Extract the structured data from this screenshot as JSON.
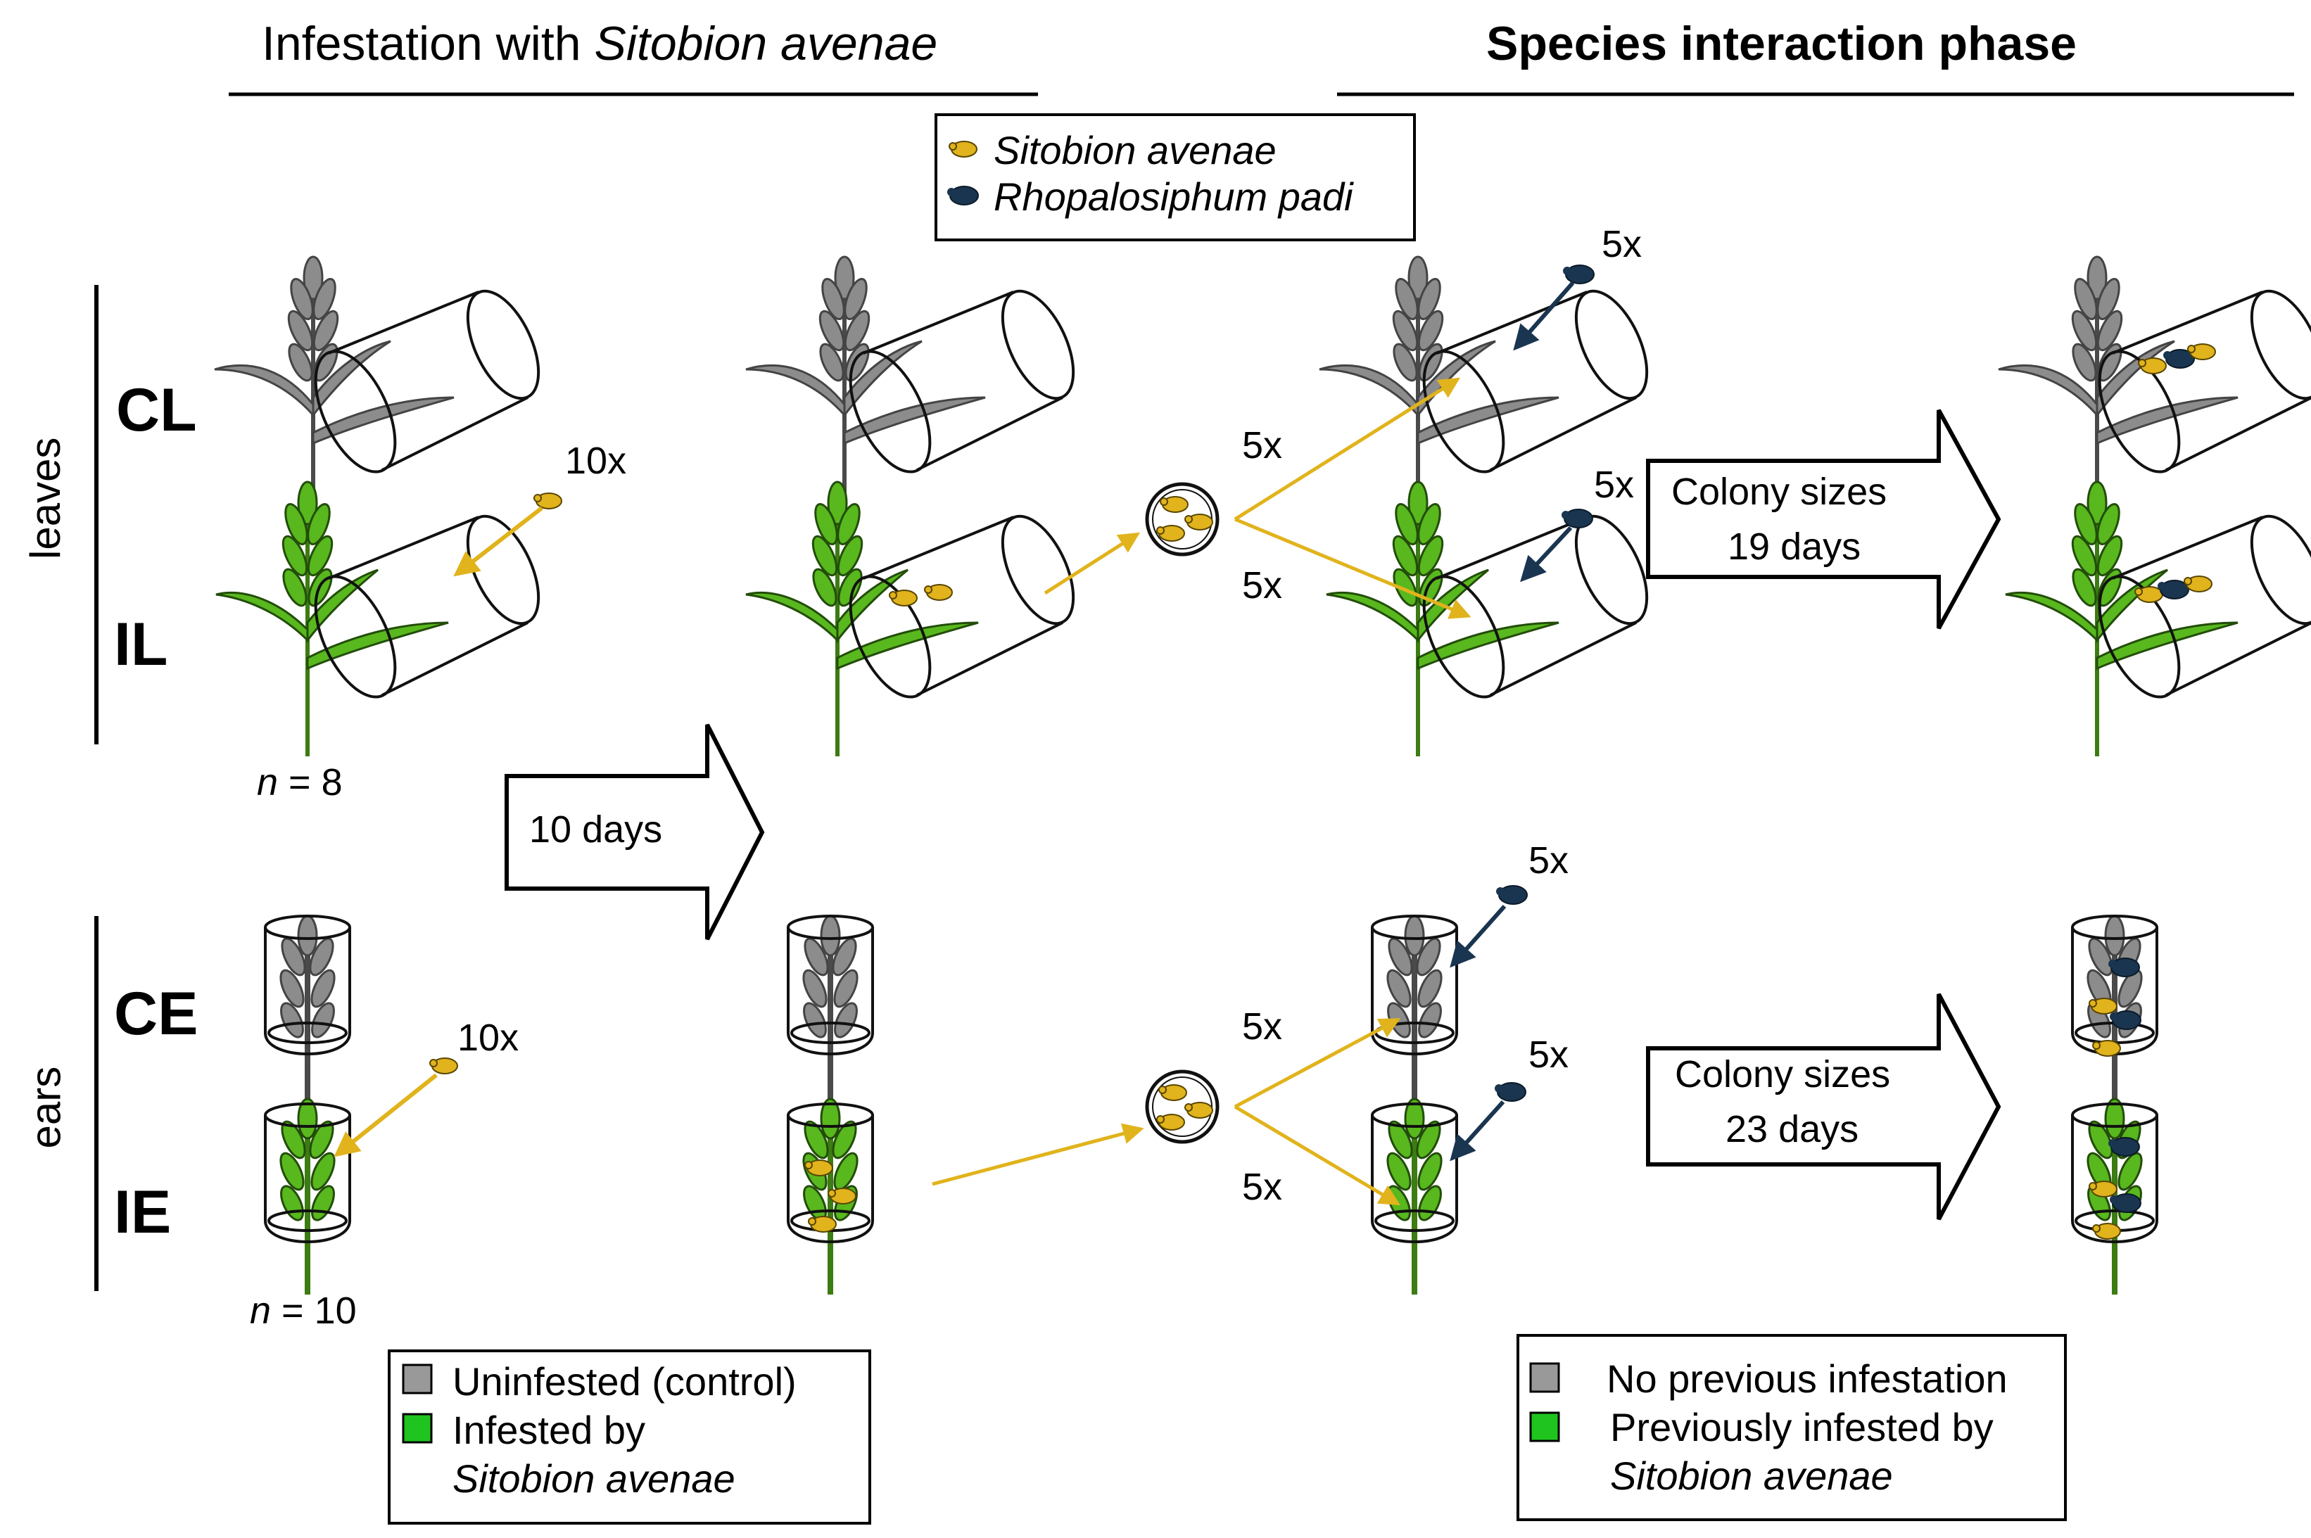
{
  "header": {
    "left_prefix": "Infestation with ",
    "left_species": "Sitobion avenae",
    "right": "Species interaction phase"
  },
  "species_legend": {
    "items": [
      {
        "name": "Sitobion avenae",
        "color": "#e1b31c"
      },
      {
        "name": "Rhopalosiphum padi",
        "color": "#1a3550"
      }
    ]
  },
  "groups": {
    "leaves": "leaves",
    "ears": "ears",
    "cl": "CL",
    "il": "IL",
    "ce": "CE",
    "ie": "IE"
  },
  "samples": {
    "leaves_n_symbol": "n",
    "leaves_n_value": " = 8",
    "ears_n_symbol": "n",
    "ears_n_value": " = 10"
  },
  "counts": {
    "infest_leaves": "10x",
    "infest_ears": "10x",
    "transfer_leaves_cl": "5x",
    "transfer_leaves_il": "5x",
    "transfer_ears_ce": "5x",
    "transfer_ears_ie": "5x",
    "padi_cl": "5x",
    "padi_il": "5x",
    "padi_ce": "5x",
    "padi_ie": "5x"
  },
  "arrows": {
    "days10": "10 days",
    "colony_leaves_line1": "Colony sizes",
    "colony_leaves_line2": "19 days",
    "colony_ears_line1": "Colony sizes",
    "colony_ears_line2": "23 days"
  },
  "legend_left": {
    "grey_label": "Uninfested (control)",
    "green_label": "Infested by",
    "green_species": "Sitobion avenae"
  },
  "legend_right": {
    "grey_label": "No previous infestation",
    "green_label": "Previously infested by",
    "green_species": "Sitobion avenae"
  },
  "colors": {
    "grey_plant": "#8c8c8c",
    "green_plant": "#58b81e",
    "legend_grey": "#999999",
    "legend_green": "#1fc41f",
    "aphid_yellow": "#e1b31c",
    "aphid_blue": "#1a3550"
  }
}
